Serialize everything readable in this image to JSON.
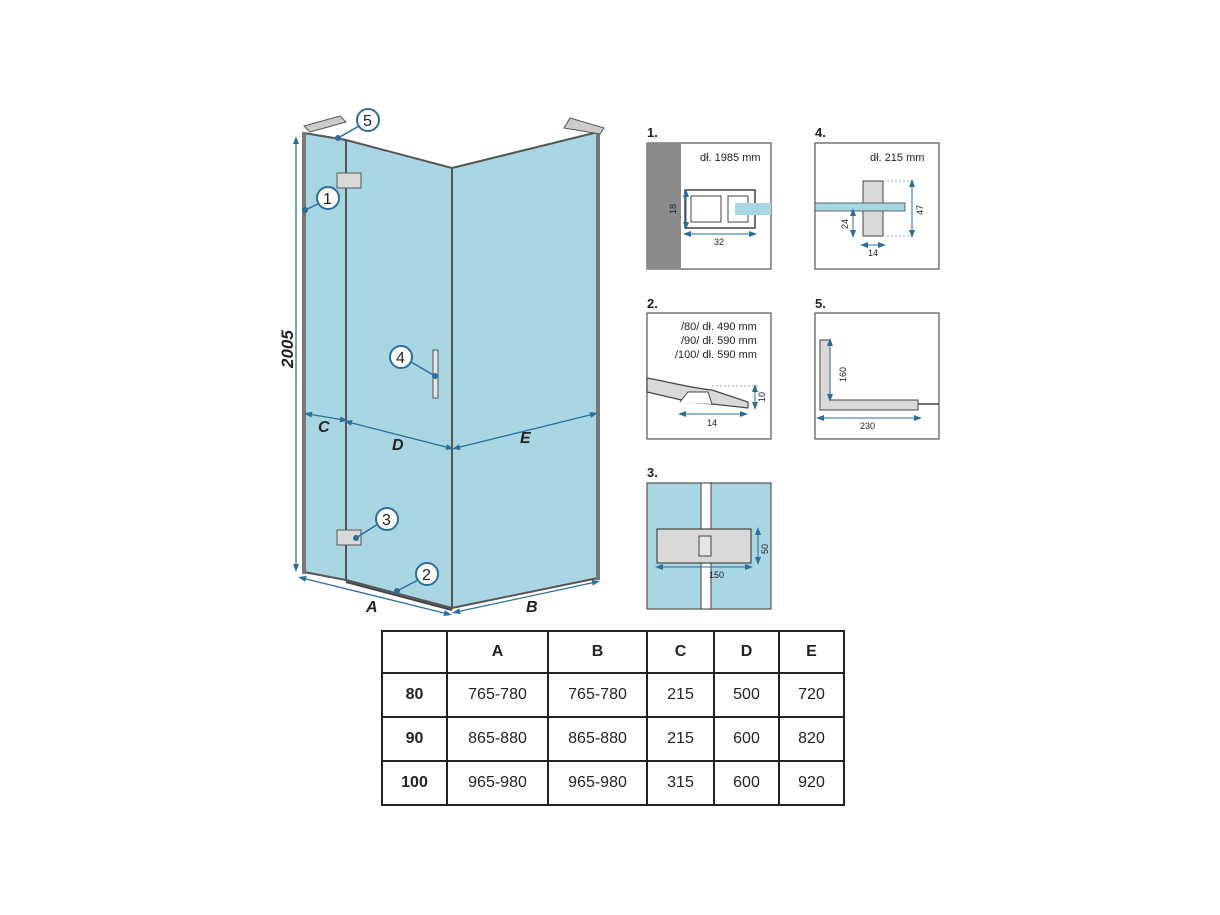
{
  "main": {
    "height_label": "2005",
    "dim_labels": {
      "a": "A",
      "b": "B",
      "c": "C",
      "d": "D",
      "e": "E"
    },
    "callouts": [
      "1",
      "2",
      "3",
      "4",
      "5"
    ]
  },
  "details": {
    "d1": {
      "number": "1.",
      "length": "dł. 1985 mm",
      "dim_h": "18",
      "dim_w": "32"
    },
    "d2": {
      "number": "2.",
      "lines": [
        "/80/ dł. 490 mm",
        "/90/ dł. 590 mm",
        "/100/ dł. 590 mm"
      ],
      "dim_h": "10",
      "dim_w": "14"
    },
    "d3": {
      "number": "3.",
      "dim_h": "50",
      "dim_w": "150"
    },
    "d4": {
      "number": "4.",
      "length": "dł. 215 mm",
      "dim_h1": "24",
      "dim_h2": "47",
      "dim_w": "14"
    },
    "d5": {
      "number": "5.",
      "dim_h": "160",
      "dim_w": "230"
    }
  },
  "table": {
    "headers": [
      "",
      "A",
      "B",
      "C",
      "D",
      "E"
    ],
    "rows": [
      [
        "80",
        "765-780",
        "765-780",
        "215",
        "500",
        "720"
      ],
      [
        "90",
        "865-880",
        "865-880",
        "215",
        "600",
        "820"
      ],
      [
        "100",
        "965-980",
        "965-980",
        "315",
        "600",
        "920"
      ]
    ]
  },
  "colors": {
    "glass": "#a9d6e3",
    "dimension": "#2a6f9a",
    "frame": "#555555"
  }
}
